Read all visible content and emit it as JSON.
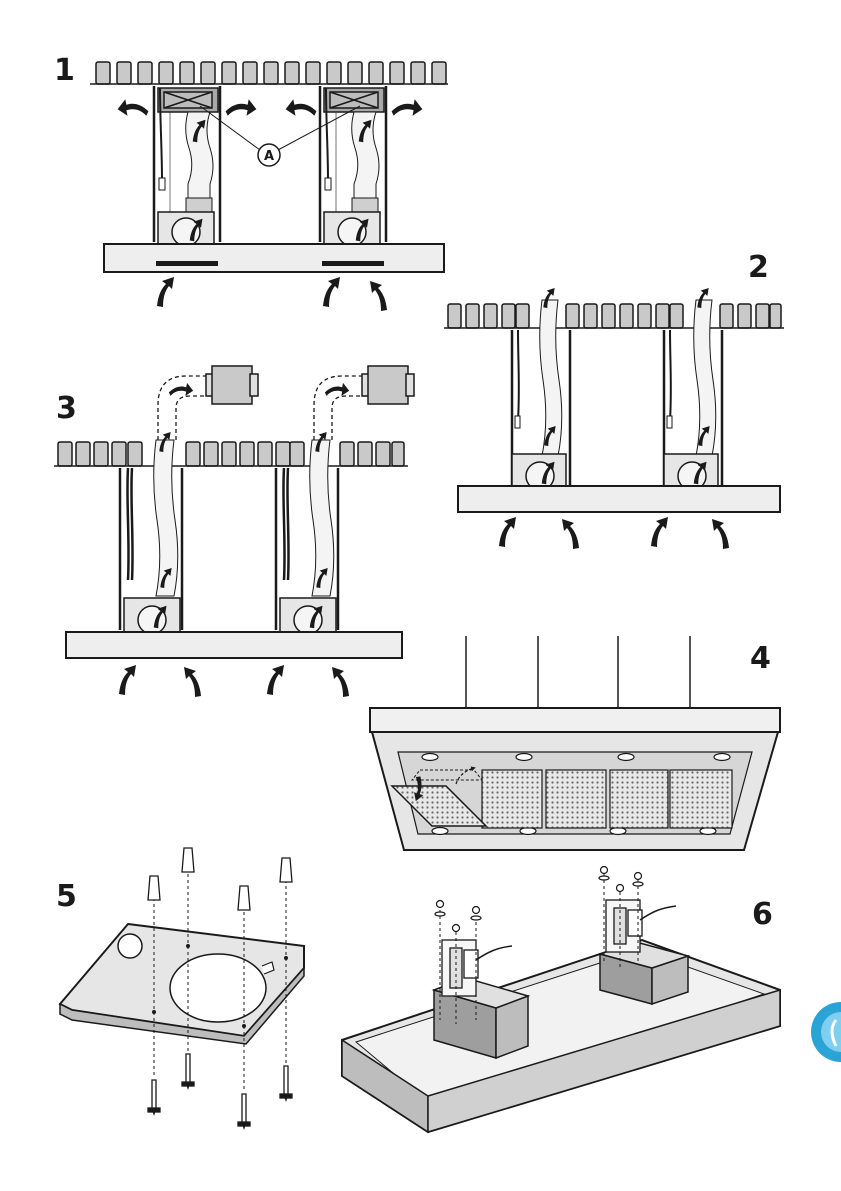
{
  "steps": {
    "s1": "1",
    "s2": "2",
    "s3": "3",
    "s4": "4",
    "s5": "5",
    "s6": "6"
  },
  "callouts": {
    "a": "A"
  },
  "colors": {
    "line": "#1a1a1a",
    "hood_fill": "#eeeeee",
    "filter_fill": "#bdbdbd",
    "duct_fill": "#f4f4f4",
    "shadow": "#9e9e9e"
  },
  "icons": {
    "airflow": "airflow-arrow-icon",
    "screw": "screw-icon",
    "wall_plug": "wall-plug-icon",
    "corner_badge": "blue-badge-icon"
  }
}
